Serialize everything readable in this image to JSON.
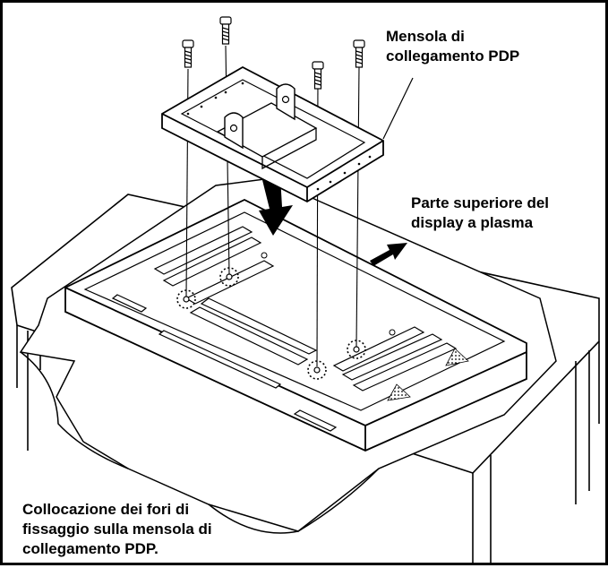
{
  "labels": {
    "bracket": [
      "Mensola di",
      "collegamento PDP"
    ],
    "top_side": [
      "Parte superiore del",
      "display a plasma"
    ],
    "holes": [
      "Collocazione dei fori di",
      "fissaggio sulla mensola di",
      "collegamento PDP."
    ]
  },
  "colors": {
    "ink": "#000000",
    "paper": "#ffffff",
    "shade": "#d9d9d9"
  }
}
